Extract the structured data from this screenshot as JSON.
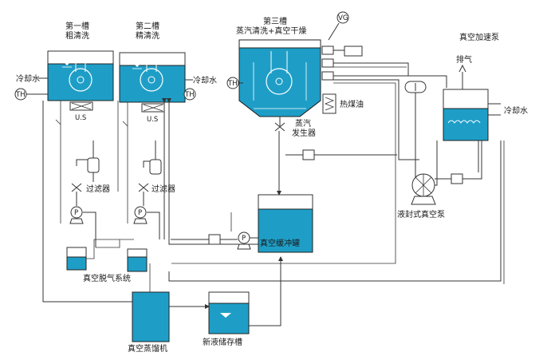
{
  "labels": {
    "tank1_line1": "第一槽",
    "tank1_line2": "粗清洗",
    "tank2_line1": "第二槽",
    "tank2_line2": "精清洗",
    "tank3_line1": "第三槽",
    "tank3_line2": "蒸汽清洗+真空干燥",
    "vg": "VG",
    "vacuum_booster": "真空加速泵",
    "exhaust": "排气",
    "cooling_water_left": "冷却水",
    "cooling_water_mid": "冷却水",
    "cooling_water_right": "冷却水",
    "th_left": "TH",
    "th_mid": "TH",
    "th_tank3": "TH",
    "us1": "U.S",
    "us2": "U.S",
    "thermal_oil": "热煤油",
    "steam_gen_line1": "蒸汽",
    "steam_gen_line2": "发生器",
    "filter1": "过滤器",
    "filter2": "过滤器",
    "pump1": "P",
    "pump2": "P",
    "pump3": "P",
    "liquid_ring_pump": "液封式真空泵",
    "vacuum_buffer": "真空缓冲罐",
    "vacuum_degas": "真空脱气系统",
    "vacuum_distiller": "真空蒸馏机",
    "new_liquid_tank": "新液储存槽"
  },
  "colors": {
    "liquid": "#1e9ec7",
    "line": "#333333"
  }
}
